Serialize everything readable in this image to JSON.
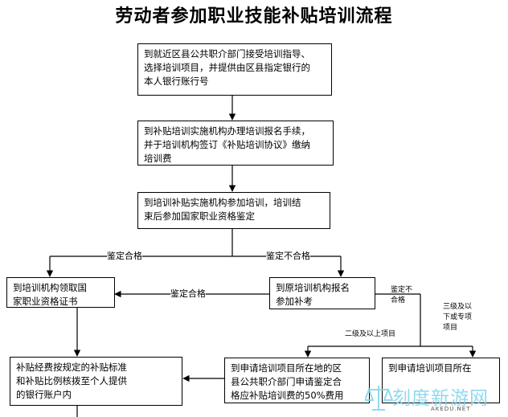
{
  "title": "劳动者参加职业技能补贴培训流程",
  "nodes": {
    "step1": "到就近区县公共职介部门接受培训指导、\n选择培训项目，并提供由区县指定银行的\n本人银行账行号",
    "step2": "到补贴培训实施机构办理培训报名手续，\n并于培训机构签订《补贴培训协议》缴纳\n培训费",
    "step3": "到培训补贴实施机构参加培训，培训结\n束后参加国家职业资格鉴定",
    "get_certificate": "到培训机构领取国\n家职业资格证书",
    "re_register": "到原培训机构报名\n参加补考",
    "subsidy_transfer": "补贴经费按规定的补贴标准\n和补贴比例核拨至个人提供\n的银行账户内",
    "apply_district": "到申请培训项目所在地的区\n县公共职介部门申请鉴定合\n格应补贴培训费的50%费用",
    "apply_project": "到申请培训项目所在\n"
  },
  "edge_labels": {
    "pass_left": "鉴定合格",
    "fail_right": "鉴定不合格",
    "pass_middle": "鉴定合格",
    "fail_again": "鉴定不\n合格",
    "level_two_up": "二级及以上项目",
    "level_three_down": "三级及以\n下或专项\n项目"
  },
  "watermark": {
    "text": "刻度新游网",
    "sub": "AKEDU.NET",
    "color": "#7fd3ec"
  }
}
